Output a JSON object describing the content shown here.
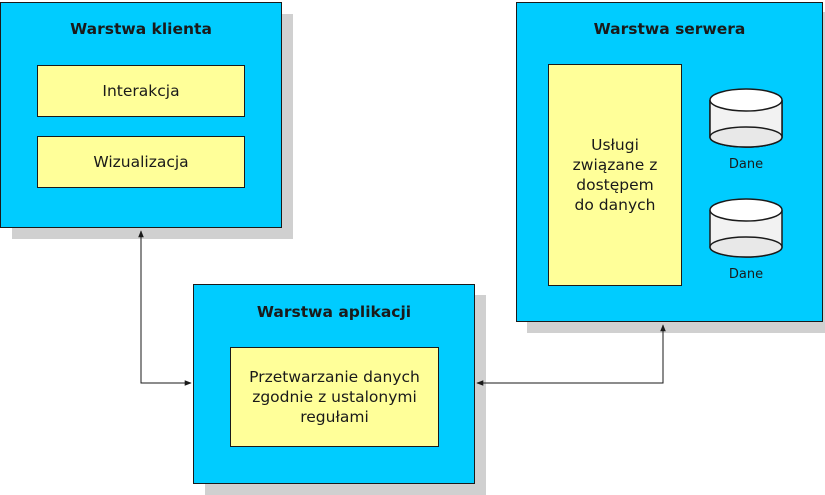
{
  "client_layer": {
    "title": "Warstwa klienta",
    "items": [
      "Interakcja",
      "Wizualizacja"
    ]
  },
  "server_layer": {
    "title": "Warstwa serwera",
    "service": "Usługi związane z dostępem do danych",
    "databases": [
      "Dane",
      "Dane"
    ]
  },
  "app_layer": {
    "title": "Warstwa aplikacji",
    "process": "Przetwarzanie danych zgodnie z ustalonymi regułami"
  },
  "colors": {
    "layer_fill": "#00ccff",
    "box_fill": "#ffff99",
    "outline": "#1a1a1a",
    "shadow": "#d0d0d0"
  }
}
